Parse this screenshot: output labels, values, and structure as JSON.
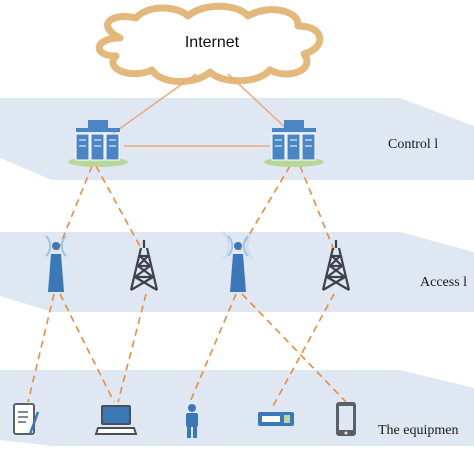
{
  "diagram": {
    "cloud_label": "Internet",
    "layers": [
      {
        "label": "Control l"
      },
      {
        "label": "Access l"
      },
      {
        "label": "The equipmen"
      }
    ],
    "colors": {
      "layer_fill": "#dfe7f3",
      "link_solid": "#f0a878",
      "link_dashed": "#f08a3c",
      "cloud_stroke": "#e3b87a",
      "server_blue": "#4a86c5",
      "device_blue": "#3a78b8",
      "tower_dark": "#3c4249"
    }
  }
}
